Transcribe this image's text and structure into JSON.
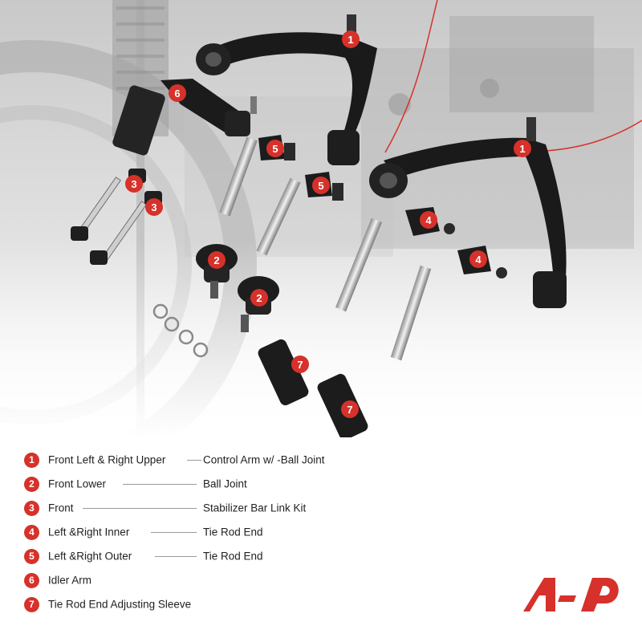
{
  "legend": {
    "items": [
      {
        "num": "1",
        "left": "Front Left & Right Upper",
        "right": "Control Arm w/ -Ball Joint"
      },
      {
        "num": "2",
        "left": "Front Lower",
        "right": "Ball Joint"
      },
      {
        "num": "3",
        "left": "Front",
        "right": "Stabilizer Bar Link Kit"
      },
      {
        "num": "4",
        "left": "Left &Right Inner",
        "right": "Tie Rod End"
      },
      {
        "num": "5",
        "left": "Left &Right  Outer",
        "right": "Tie Rod End"
      },
      {
        "num": "6",
        "left": "Idler Arm",
        "right": ""
      },
      {
        "num": "7",
        "left": "Tie Rod End Adjusting Sleeve",
        "right": ""
      }
    ]
  },
  "callouts": [
    "1",
    "1",
    "6",
    "5",
    "5",
    "3",
    "3",
    "4",
    "4",
    "2",
    "2",
    "7",
    "7"
  ],
  "colors": {
    "accent": "#d6312a",
    "text": "#1f1f1f",
    "parts": "#1a1a1a",
    "background_photo": "#d9d9d9"
  },
  "logo": {
    "icon": "a-premium-logo"
  }
}
